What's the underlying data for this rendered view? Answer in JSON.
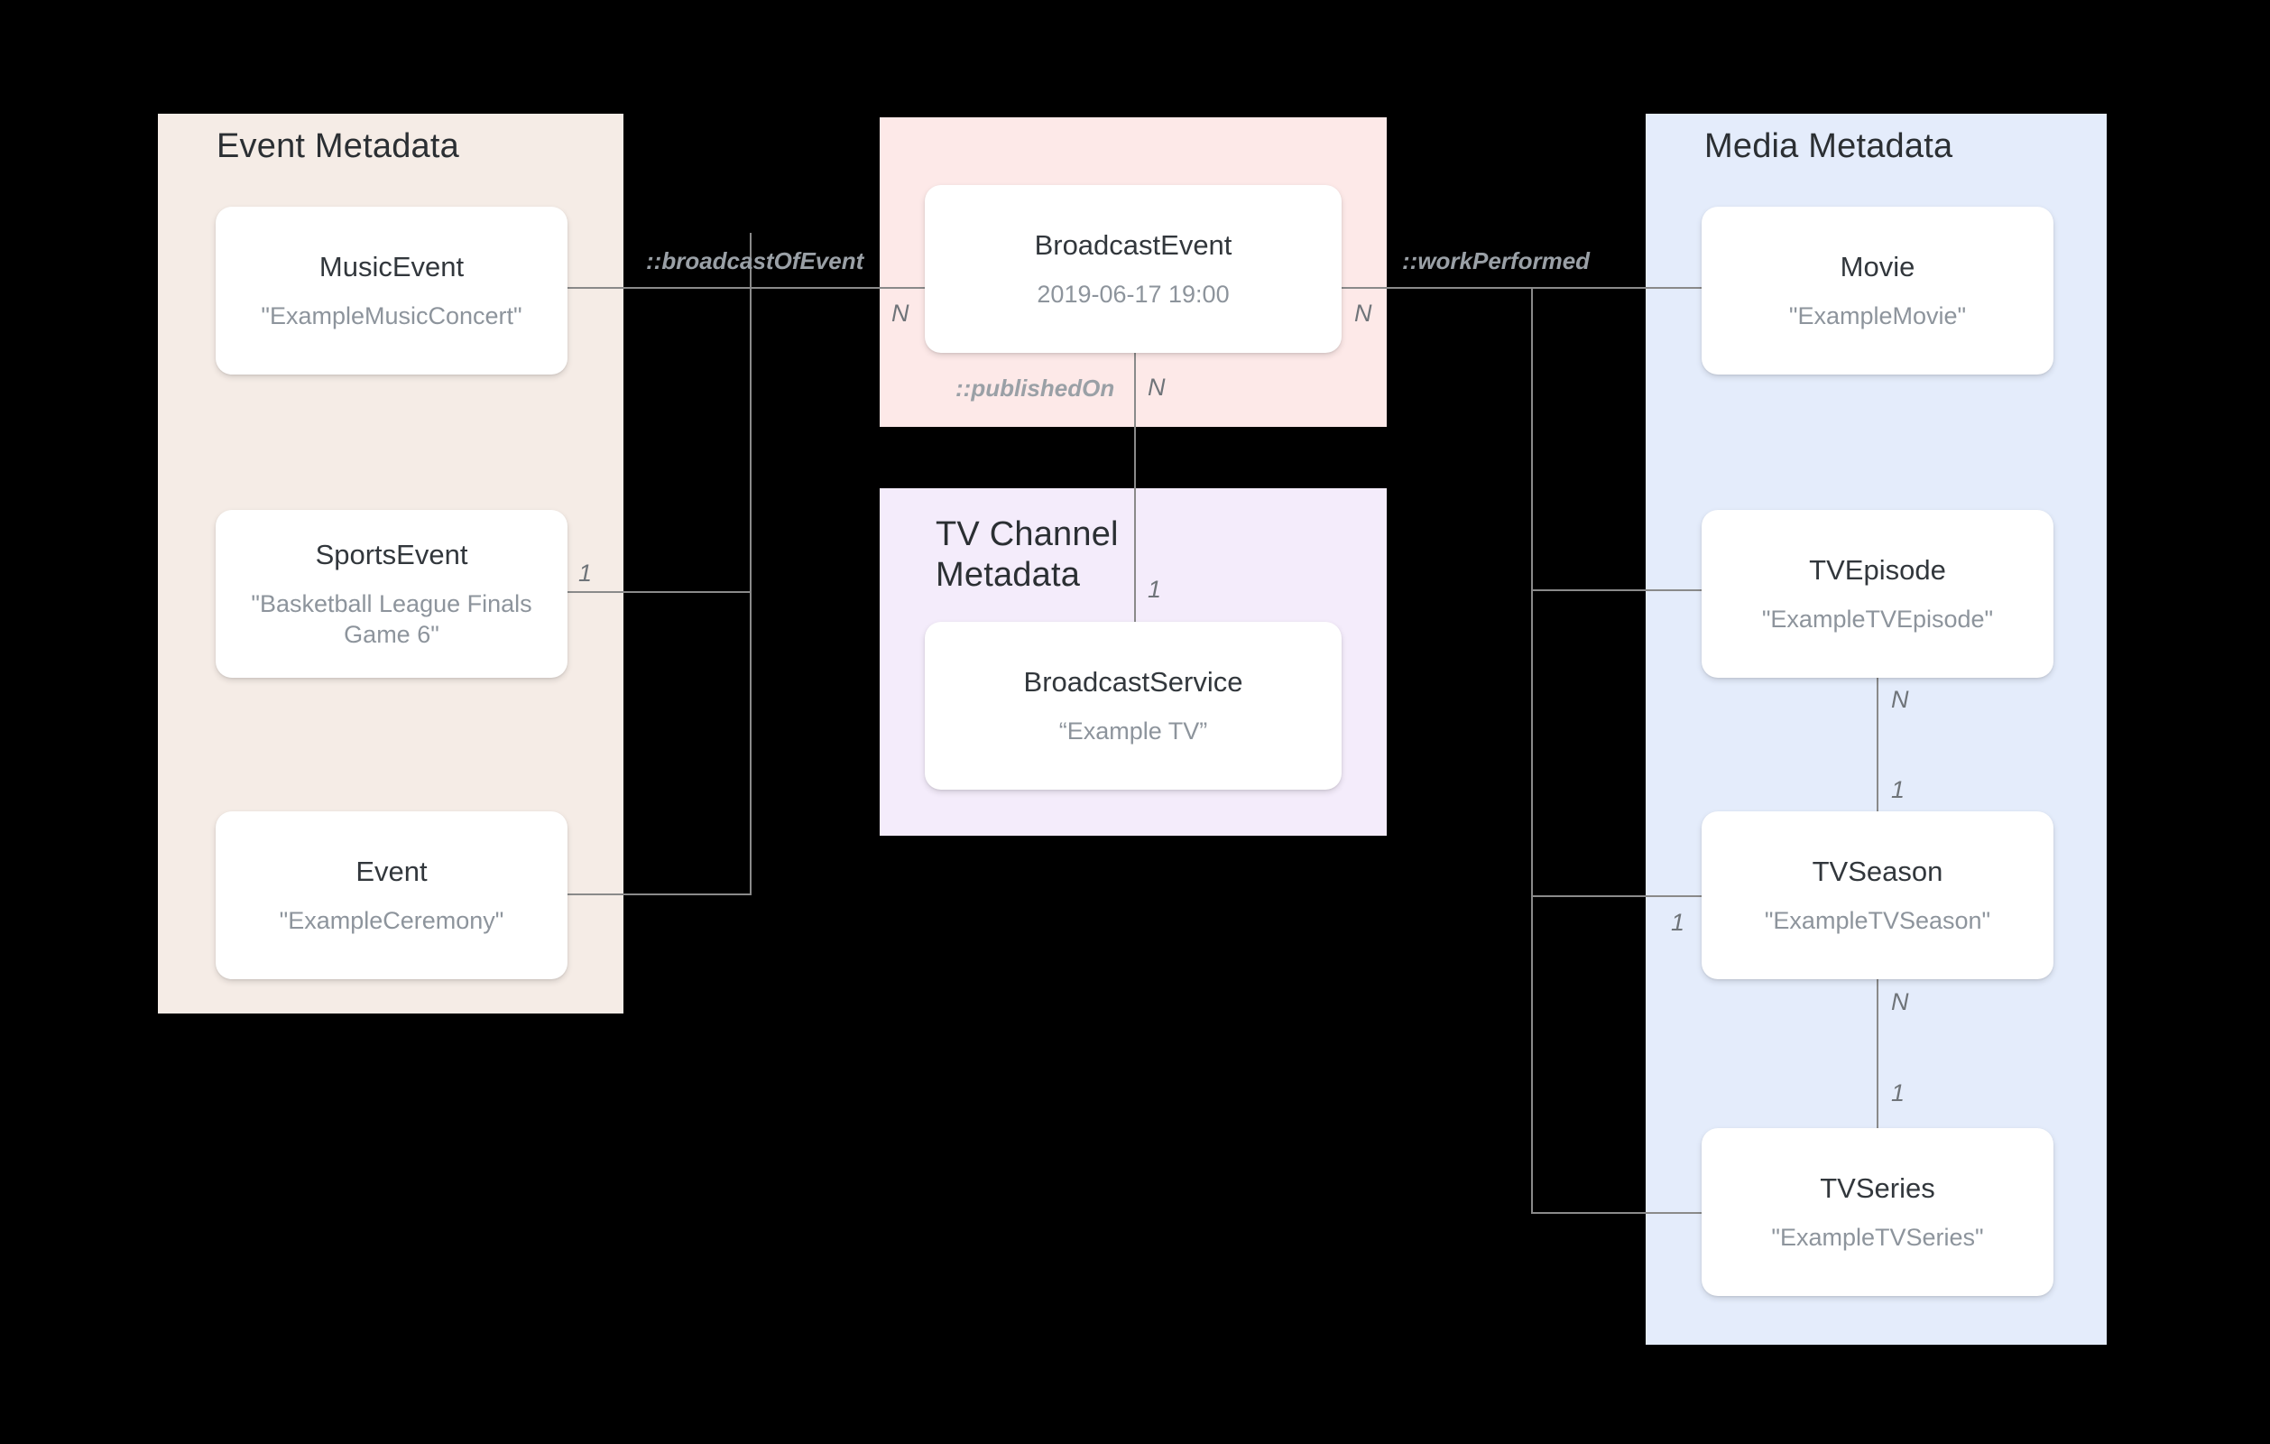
{
  "diagram": {
    "title": "Broadcast / Media metadata entity relationship diagram",
    "background_color": "#000000",
    "groups": [
      {
        "id": "event",
        "label": "Event Metadata",
        "color": "#f5ece6"
      },
      {
        "id": "broadcast",
        "label": "",
        "color": "#fde9e8"
      },
      {
        "id": "tvchannel",
        "label": "TV Channel\nMetadata",
        "color": "#f4ecfb"
      },
      {
        "id": "media",
        "label": "Media Metadata",
        "color": "#e4ecfb"
      }
    ],
    "entities": {
      "musicevent": {
        "type": "MusicEvent",
        "value": "\"ExampleMusicConcert\""
      },
      "sportsevent": {
        "type": "SportsEvent",
        "value": "\"Basketball League Finals Game 6\""
      },
      "event": {
        "type": "Event",
        "value": "\"ExampleCeremony\""
      },
      "broadcastevent": {
        "type": "BroadcastEvent",
        "value": "2019-06-17 19:00"
      },
      "broadcastservice": {
        "type": "BroadcastService",
        "value": "“Example TV”"
      },
      "movie": {
        "type": "Movie",
        "value": "\"ExampleMovie\""
      },
      "tvepisode": {
        "type": "TVEpisode",
        "value": "\"ExampleTVEpisode\""
      },
      "tvseason": {
        "type": "TVSeason",
        "value": "\"ExampleTVSeason\""
      },
      "tvseries": {
        "type": "TVSeries",
        "value": "\"ExampleTVSeries\""
      }
    },
    "relations": {
      "broadcast_of_event": "::broadcastOfEvent",
      "work_performed": "::workPerformed",
      "published_on": "::publishedOn"
    },
    "cardinalities": {
      "event_side": "1",
      "broadcastevent_left": "N",
      "broadcastevent_right": "N",
      "broadcastevent_bottom": "N",
      "broadcastservice_top": "1",
      "tvepisode_bottom": "N",
      "tvseason_top": "1",
      "tvseason_left": "1",
      "tvseason_bottom": "N",
      "tvseries_top": "1"
    },
    "colors": {
      "line": "#8a8a8a",
      "card_background": "#ffffff",
      "title_text": "#2b2f33",
      "value_text": "#8d949c",
      "label_text": "#9aa0a6"
    }
  }
}
